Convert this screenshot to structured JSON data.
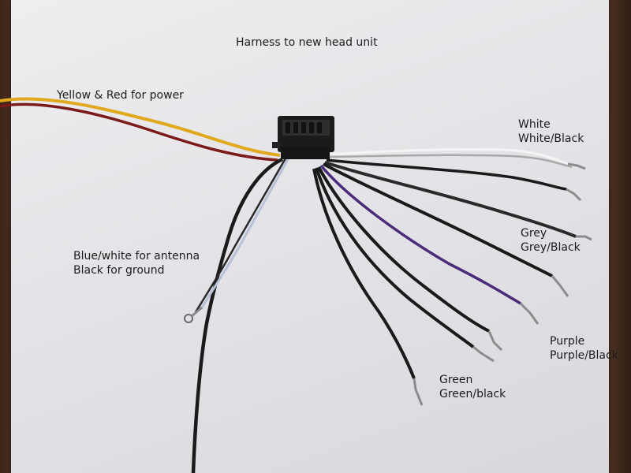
{
  "title": "Harness to new head unit",
  "labels": {
    "power": "Yellow & Red for power",
    "antenna": "Blue/white for antenna",
    "ground": "Black for ground",
    "white": "White",
    "white_black": "White/Black",
    "grey": "Grey",
    "grey_black": "Grey/Black",
    "purple": "Purple",
    "purple_black": "Purple/Black",
    "green": "Green",
    "green_black": "Green/black"
  },
  "colors": {
    "paper": "#e6e6ea",
    "table": "#4a2f20",
    "connector": "#1b1b1b",
    "wire_black": "#1a1a1a",
    "wire_yellow": "#e0a91e",
    "wire_red": "#7a1a1a",
    "wire_white": "#f2f2f2",
    "wire_purple": "#4b2c7a",
    "wire_blue_white": "#b8c2d6"
  }
}
